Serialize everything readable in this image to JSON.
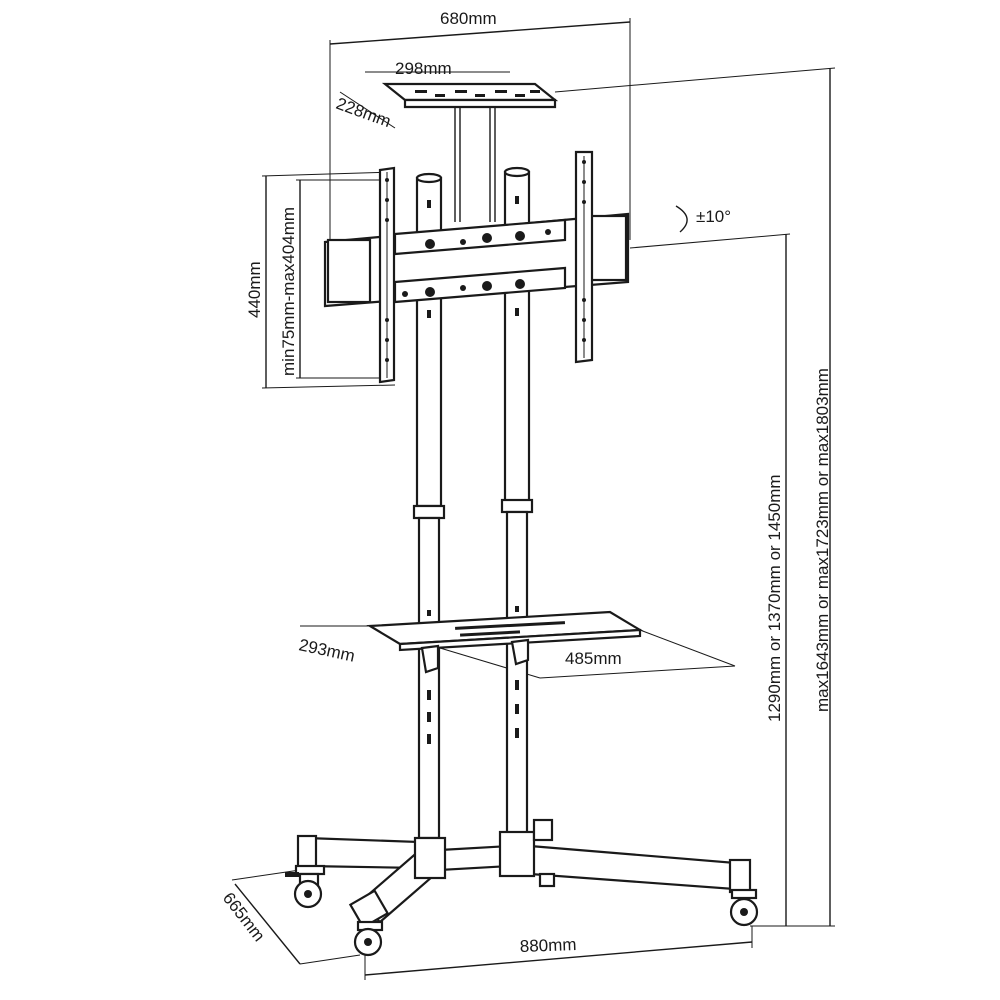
{
  "dimensions": {
    "total_width": "680mm",
    "tray_width": "298mm",
    "tray_depth": "228mm",
    "tilt": "±10°",
    "bracket_height": "440mm",
    "vesa_range": "min75mm-max404mm",
    "center_height": "1290mm or 1370mm or 1450mm",
    "total_height": "max1643mm or max1723mm or max1803mm",
    "shelf_depth": "293mm",
    "shelf_width": "485mm",
    "base_depth": "665mm",
    "base_width": "880mm"
  },
  "colors": {
    "line": "#1a1a1a",
    "background": "#ffffff"
  }
}
